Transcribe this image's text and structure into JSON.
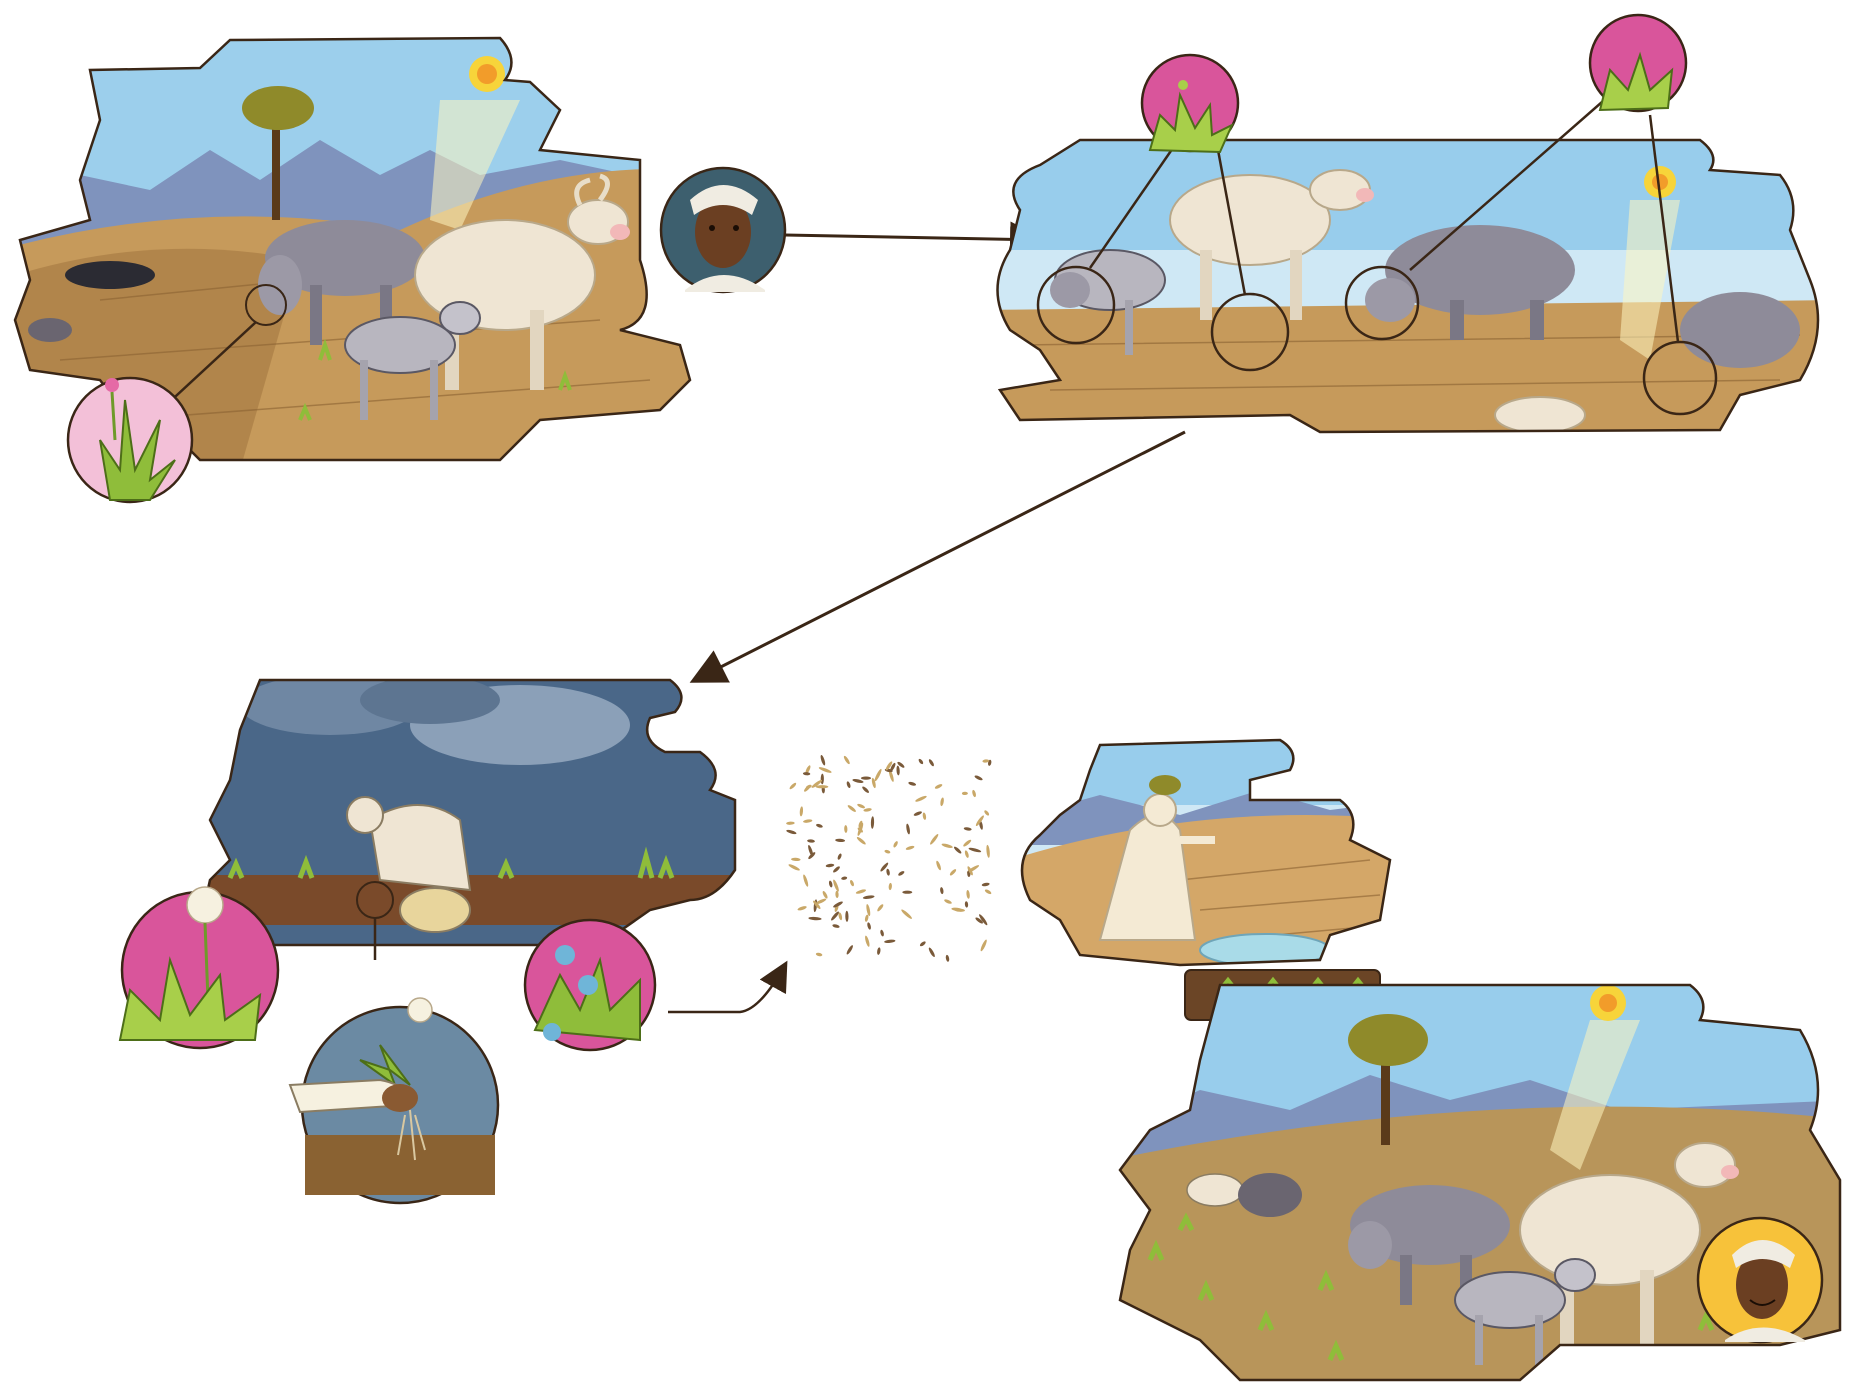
{
  "colors": {
    "sky": "#8ec8ea",
    "sky_light": "#cfe8f5",
    "storm_sky": "#4a6788",
    "soil": "#c69a5b",
    "soil_dark": "#8a6232",
    "mountain": "#7f93bd",
    "outline": "#3a2616",
    "magenta": "#d9559b",
    "leaf": "#8fbd3a",
    "sun": "#f7d43a",
    "cattle_white": "#efe5d3",
    "cattle_grey": "#8e8b99",
    "arrow": "#3a2616"
  },
  "panels": [
    {
      "id": "dry-season-overview",
      "icons": [
        "sun-icon",
        "acacia-tree-icon",
        "cattle-icon",
        "goat-icon",
        "herder-portrait-icon",
        "weed-plant-icon"
      ]
    },
    {
      "id": "livestock-grazing-weeds",
      "icons": [
        "sun-icon",
        "cattle-icon",
        "goat-icon",
        "weed-plant-icon"
      ]
    },
    {
      "id": "rainy-season-weeding",
      "icons": [
        "storm-cloud-icon",
        "farmer-icon",
        "dandelion-icon",
        "blue-flower-icon",
        "hand-pulling-weed-icon"
      ]
    },
    {
      "id": "seeds",
      "icons": [
        "seed-icon"
      ]
    },
    {
      "id": "sowing-and-regrowth",
      "icons": [
        "sower-icon",
        "water-pond-icon",
        "seedling-icon",
        "sun-icon",
        "acacia-tree-icon",
        "cattle-icon",
        "goat-icon",
        "happy-herder-icon"
      ]
    }
  ],
  "arrows": [
    {
      "from": "dry-season-overview",
      "to": "livestock-grazing-weeds"
    },
    {
      "from": "livestock-grazing-weeds",
      "to": "rainy-season-weeding"
    },
    {
      "from": "rainy-season-weeding",
      "to": "seeds"
    }
  ]
}
